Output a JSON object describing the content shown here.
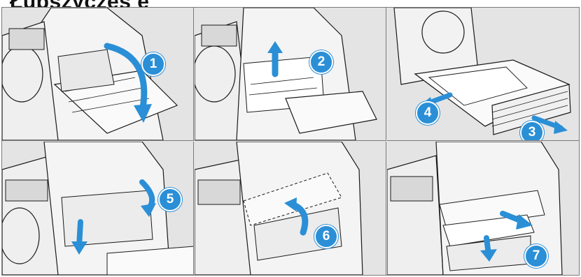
{
  "heading": {
    "text": "Łupszyczęs        ę"
  },
  "steps": [
    {
      "number": "1",
      "action": "open-front-door"
    },
    {
      "number": "2",
      "action": "lift-fuser-lever"
    },
    {
      "number": "3",
      "action": "pull-out-tray"
    },
    {
      "number": "4",
      "action": "remove-paper-from-tray"
    },
    {
      "number": "5",
      "action": "lower-lever"
    },
    {
      "number": "6",
      "action": "open-fuser-cover"
    },
    {
      "number": "7",
      "action": "remove-jammed-paper"
    }
  ],
  "colors": {
    "accent": "#2a8fd6",
    "line": "#1a1a1a",
    "panel": "#e2e2e2",
    "border": "#7a7a7a"
  },
  "icons": {
    "arrow": "blue-arrow-icon",
    "badge": "step-number-badge"
  }
}
